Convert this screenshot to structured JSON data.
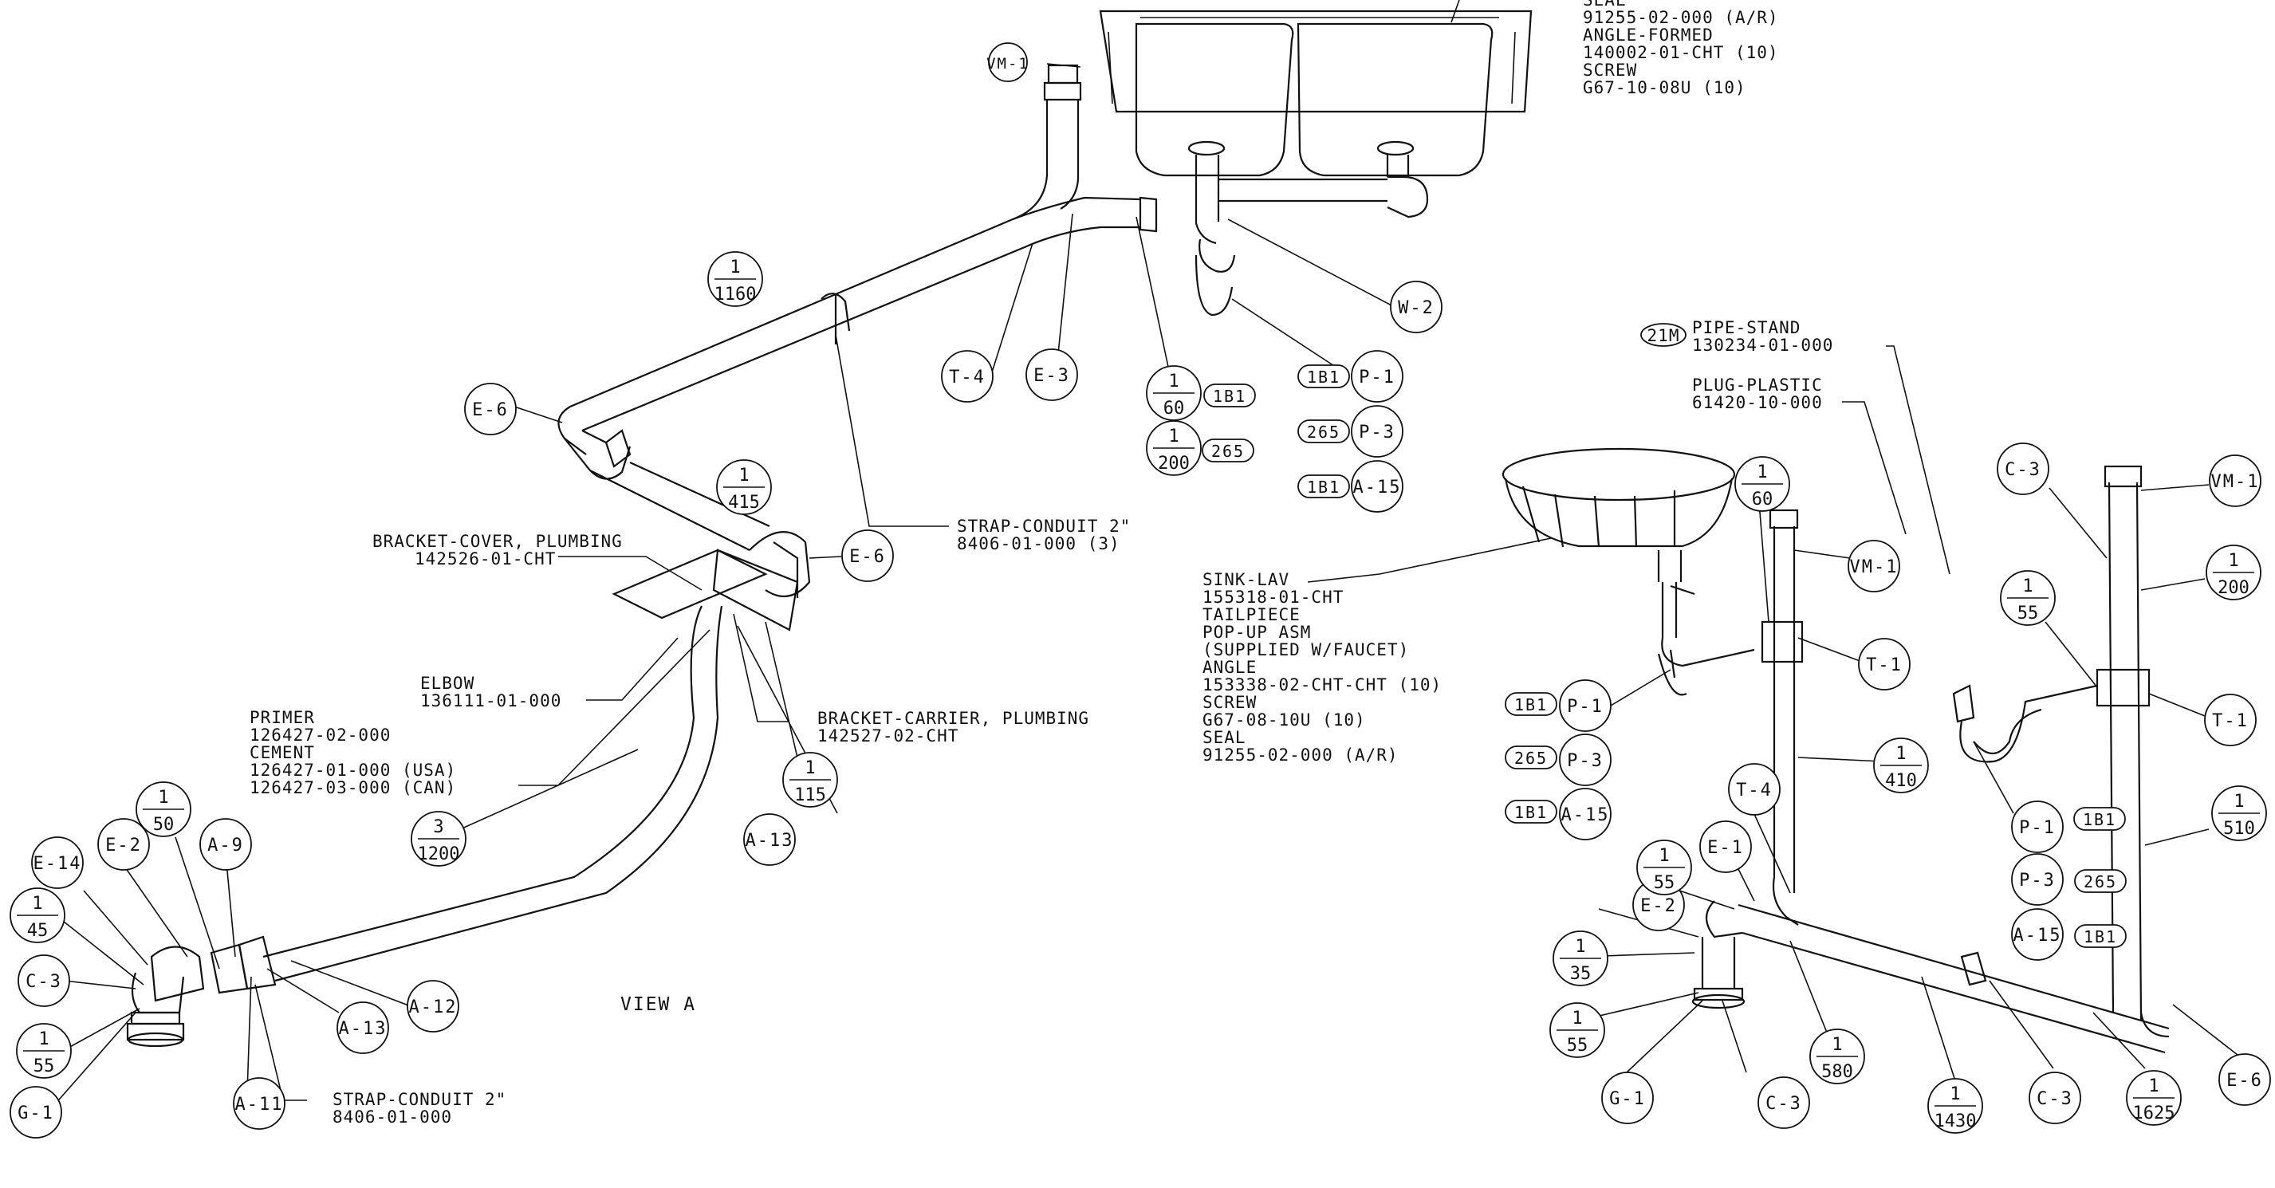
{
  "view_label": "VIEW A",
  "notes": {
    "sink_top": [
      "SEAL",
      "91255-02-000 (A/R)",
      "ANGLE-FORMED",
      "140002-01-CHT (10)",
      "SCREW",
      "G67-10-08U (10)"
    ],
    "pipe_stand": [
      "PIPE-STAND",
      "130234-01-000"
    ],
    "pipe_stand_tag": "21M",
    "plug_plastic": [
      "PLUG-PLASTIC",
      "61420-10-000"
    ],
    "strap_conduit_top": [
      "STRAP-CONDUIT 2\"",
      "8406-01-000 (3)"
    ],
    "bracket_cover": [
      "BRACKET-COVER, PLUMBING",
      "142526-01-CHT"
    ],
    "elbow": [
      "ELBOW",
      "136111-01-000"
    ],
    "primer": [
      "PRIMER",
      "126427-02-000",
      "CEMENT",
      "126427-01-000 (USA)",
      "126427-03-000 (CAN)"
    ],
    "bracket_carrier": [
      "BRACKET-CARRIER, PLUMBING",
      "142527-02-CHT"
    ],
    "sink_lav": [
      "SINK-LAV",
      "155318-01-CHT",
      "TAILPIECE",
      "POP-UP ASM",
      "(SUPPLIED W/FAUCET)",
      "ANGLE",
      "153338-02-CHT-CHT (10)",
      "SCREW",
      "G67-08-10U (10)",
      "SEAL",
      "91255-02-000 (A/R)"
    ],
    "strap_conduit_bottom": [
      "STRAP-CONDUIT 2\"",
      "8406-01-000"
    ]
  },
  "balloons": {
    "vm1_a": "VM-1",
    "w2": "W-2",
    "t4_a": "T-4",
    "e3": "E-3",
    "p1_a": "P-1",
    "p3_a": "P-3",
    "a15_a": "A-15",
    "e6_a": "E-6",
    "e6_b": "E-6",
    "a13_a": "A-13",
    "e14": "E-14",
    "e2_a": "E-2",
    "a9": "A-9",
    "c3_a": "C-3",
    "g1_a": "G-1",
    "a11": "A-11",
    "a13_b": "A-13",
    "a12": "A-12",
    "vm1_b": "VM-1",
    "t1_a": "T-1",
    "p1_b": "P-1",
    "p3_b": "P-3",
    "a15_b": "A-15",
    "t4_b": "T-4",
    "e1": "E-1",
    "e2_b": "E-2",
    "g1_b": "G-1",
    "c3_b": "C-3",
    "c3_c": "C-3",
    "c3_d": "C-3",
    "vm1_c": "VM-1",
    "t1_b": "T-1",
    "p1_c": "P-1",
    "p3_c": "P-3",
    "a15_c": "A-15",
    "e6_c": "E-6"
  },
  "tags": {
    "p1_a": "1B1",
    "p3_a": "265",
    "a15_a": "1B1",
    "f60_a": "1B1",
    "f200_a": "265",
    "p1_b": "1B1",
    "p3_b": "265",
    "a15_b": "1B1",
    "p1_c": "1B1",
    "p3_c": "265",
    "a15_c": "1B1"
  },
  "fractions": {
    "f1160": [
      "1",
      "1160"
    ],
    "f60_a": [
      "1",
      "60"
    ],
    "f200_a": [
      "1",
      "200"
    ],
    "f415": [
      "1",
      "415"
    ],
    "f115": [
      "1",
      "115"
    ],
    "f1200": [
      "3",
      "1200"
    ],
    "f50": [
      "1",
      "50"
    ],
    "f45": [
      "1",
      "45"
    ],
    "f55_a": [
      "1",
      "55"
    ],
    "f60_b": [
      "1",
      "60"
    ],
    "f410": [
      "1",
      "410"
    ],
    "f55_b": [
      "1",
      "55"
    ],
    "f35": [
      "1",
      "35"
    ],
    "f55_c": [
      "1",
      "55"
    ],
    "f580": [
      "1",
      "580"
    ],
    "f1430": [
      "1",
      "1430"
    ],
    "f1625": [
      "1",
      "1625"
    ],
    "f55_d": [
      "1",
      "55"
    ],
    "f200_b": [
      "1",
      "200"
    ],
    "f510": [
      "1",
      "510"
    ]
  }
}
